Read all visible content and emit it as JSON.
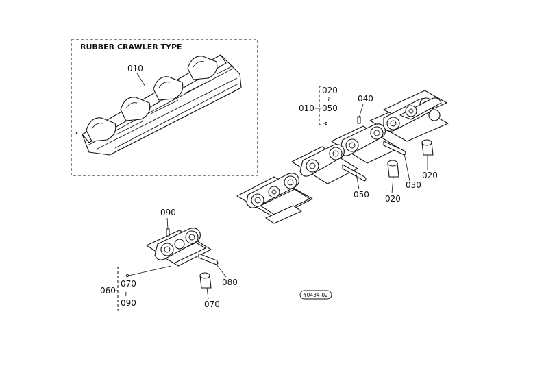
{
  "inset": {
    "title": "RUBBER CRAWLER TYPE",
    "part_label": "010"
  },
  "callouts": {
    "c020_top": "020",
    "c010": "010",
    "c050_top": "050",
    "c040": "040",
    "c030": "030",
    "c020_right": "020",
    "c050_mid": "050",
    "c020_mid": "020",
    "c090_top": "090",
    "c060": "060",
    "c070_top": "070",
    "c090_bottom": "090",
    "c080": "080",
    "c070_bottom": "070"
  },
  "figure_code": "Y0434-02"
}
